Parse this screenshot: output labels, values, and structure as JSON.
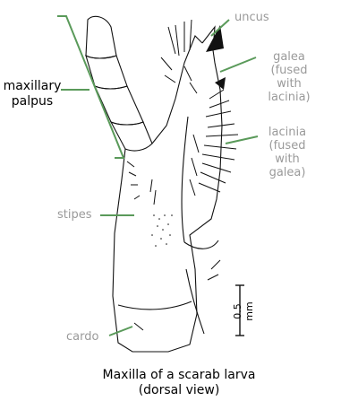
{
  "labels": {
    "uncus": "uncus",
    "galea": [
      "galea",
      "(fused",
      "with",
      "lacinia)"
    ],
    "lacinia": [
      "lacinia",
      "(fused",
      "with",
      "galea)"
    ],
    "maxillary_palpus": [
      "maxillary",
      "palpus"
    ],
    "stipes": "stipes",
    "cardo": "cardo"
  },
  "scale_bar": {
    "label": "0.5 mm"
  },
  "caption": [
    "Maxilla of a scarab larva",
    "(dorsal view)"
  ],
  "colors": {
    "leader_line": "#5a9a5a",
    "label_gray": "#9a9a9a",
    "ink": "#111111"
  }
}
